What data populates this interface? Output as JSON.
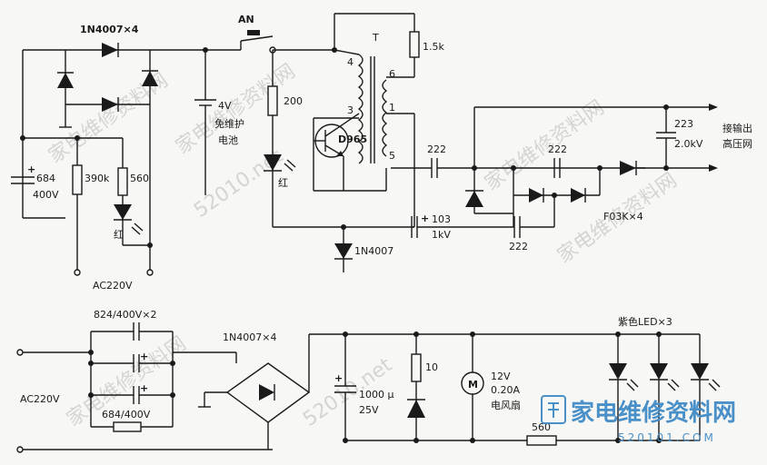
{
  "top": {
    "diodes_label": "1N4007×4",
    "switch_label": "AN",
    "battery_voltage": "4V",
    "battery_note_line1": "免维护",
    "battery_note_line2": "电池",
    "cap_684_value": "684",
    "cap_684_voltage": "400V",
    "r_390k": "390k",
    "r_560": "560",
    "led_red": "红",
    "ac_label": "AC220V",
    "r_200": "200",
    "led_red2": "红",
    "transformer_T": "T",
    "pin4": "4",
    "pin3": "3",
    "pin6": "6",
    "pin1": "1",
    "pin5": "5",
    "r_1_5k": "1.5k",
    "transistor": "D965",
    "diode_1n4007": "1N4007",
    "cap_103": "103",
    "cap_103_v": "1kV",
    "cap_222_a": "222",
    "cap_222_b": "222",
    "cap_222_c": "222",
    "cap_223": "223",
    "cap_223_v": "2.0kV",
    "out_line1": "接输出",
    "out_line2": "高压网",
    "diodes_f03k": "F03K×4"
  },
  "bottom": {
    "caps_label": "824/400V×2",
    "ac_label": "AC220V",
    "cap_684_400": "684/400V",
    "bridge_label": "1N4007×4",
    "cap_1000": "1000 μ",
    "cap_1000_v": "25V",
    "r_10": "10",
    "motor_letter": "M",
    "motor_v": "12V",
    "motor_i": "0.20A",
    "motor_name": "电风扇",
    "r_560": "560",
    "leds_label": "紫色LED×3"
  },
  "watermark": {
    "text_cn": "家电维修资料网",
    "text_url": "52010.net",
    "brand": "家电维修资料网",
    "brand_url": "520101.COM"
  }
}
